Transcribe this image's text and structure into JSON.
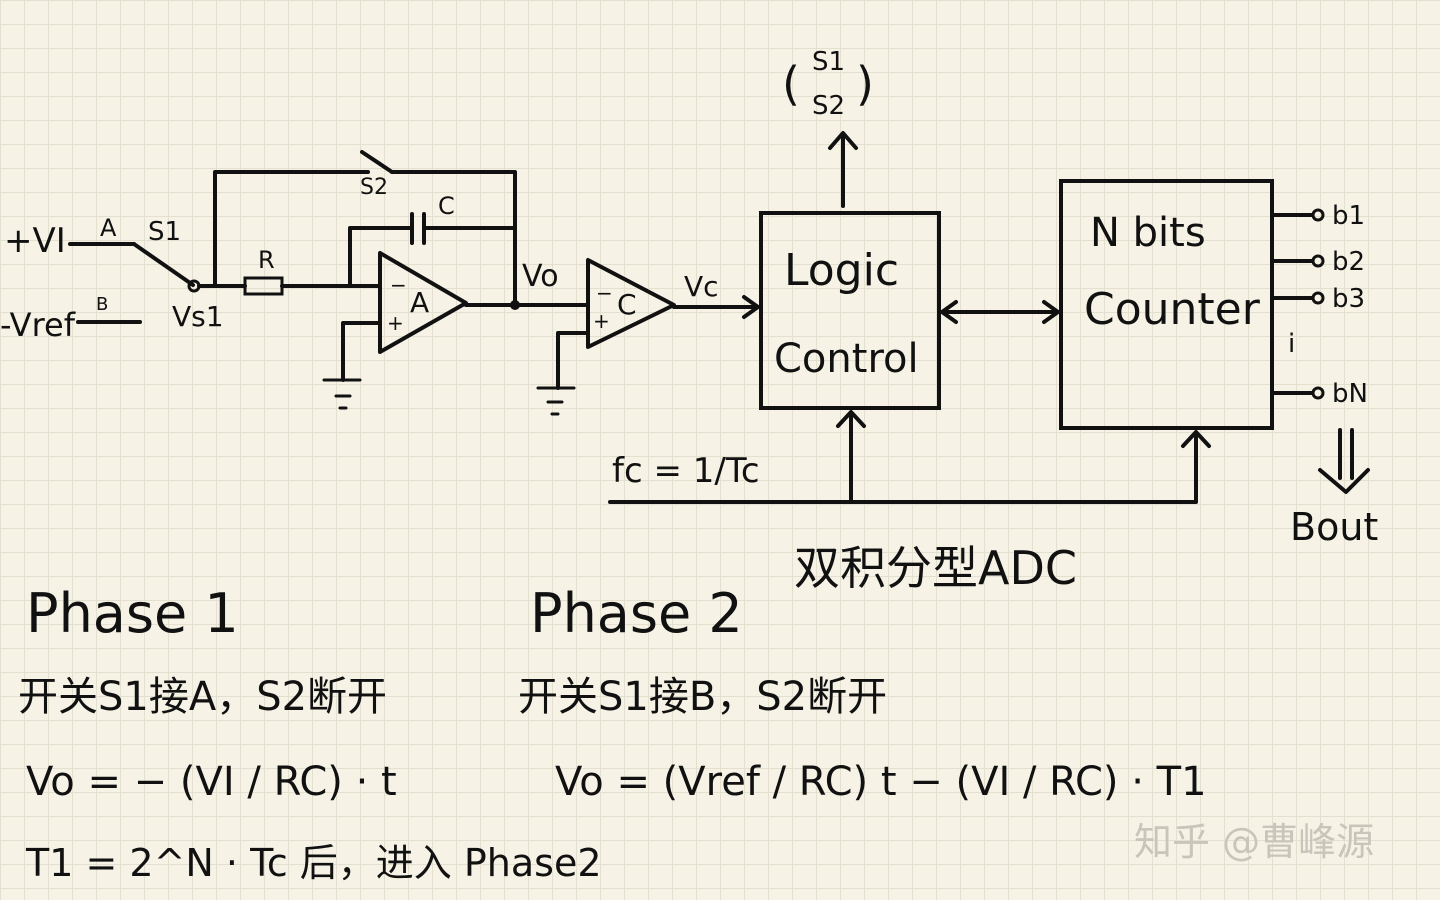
{
  "circuit": {
    "input_plus": "+VI",
    "input_minus": "-Vref",
    "node_a": "A",
    "node_b": "B",
    "switch_s1": "S1",
    "switch_s2": "S2",
    "vs1": "Vs1",
    "resistor": "R",
    "capacitor": "C",
    "opamp_a": "A",
    "opamp_c": "C",
    "v_out": "Vo",
    "v_c": "Vc",
    "control_top": "S1",
    "control_bottom": "S2",
    "logic_line1": "Logic",
    "logic_line2": "Control",
    "counter_line1": "N bits",
    "counter_line2": "Counter",
    "clock": "fc = 1/Tc",
    "outputs": [
      "b1",
      "b2",
      "b3",
      "i",
      "bN"
    ],
    "bout": "Bout"
  },
  "title": "双积分型ADC",
  "phase1": {
    "heading": "Phase 1",
    "line1": "开关S1接A，S2断开",
    "line2": "Vo = − (VI / RC) · t",
    "line3": "T1 = 2^N · Tc 后，进入 Phase2"
  },
  "phase2": {
    "heading": "Phase 2",
    "line1": "开关S1接B，S2断开",
    "line2": "Vo = (Vref / RC) t − (VI / RC) · T1"
  },
  "watermark": "知乎 @曹峰源"
}
